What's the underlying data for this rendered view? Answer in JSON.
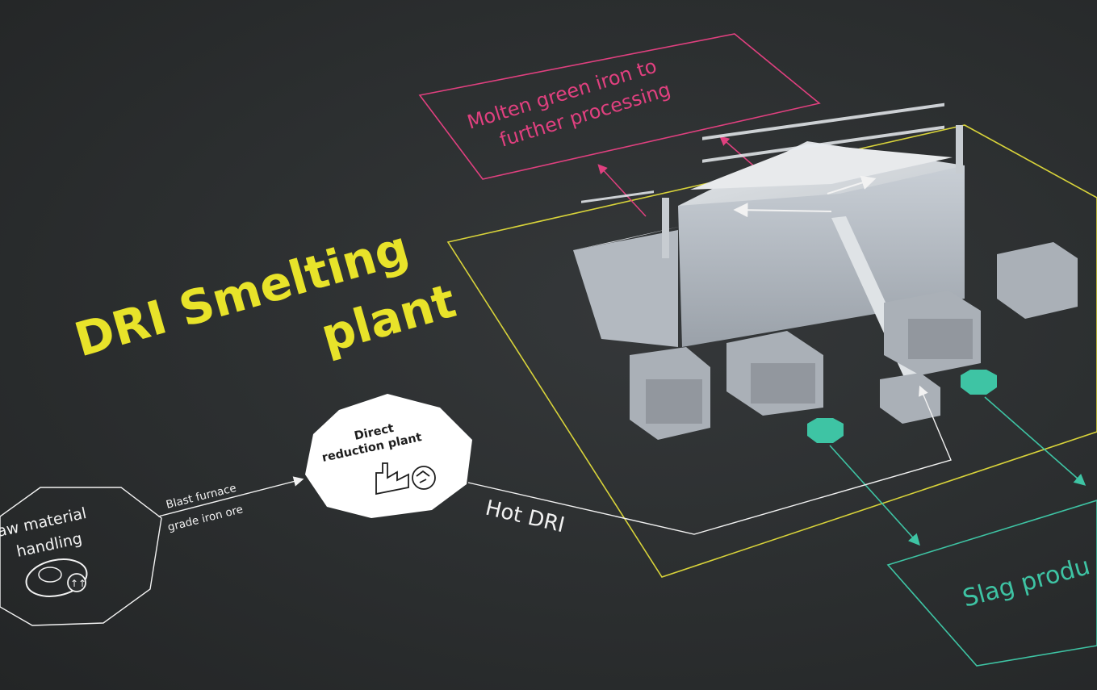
{
  "title": {
    "line1": "DRI Smelting",
    "line2": "plant"
  },
  "nodes": {
    "raw_material": {
      "line1": "aw material",
      "line2": "handling"
    },
    "direct_reduction": {
      "line1": "Direct",
      "line2": "reduction plant"
    }
  },
  "edges": {
    "iron_ore": {
      "line1": "Blast furnace",
      "line2": "grade iron ore"
    },
    "hot_dri": "Hot DRI"
  },
  "outputs": {
    "molten_iron": {
      "line1": "Molten green iron to",
      "line2": "further processing"
    },
    "slag": "Slag produ"
  },
  "colors": {
    "background": "#2b2e2f",
    "title_yellow": "#e8e32a",
    "plant_box_yellow": "#d8d33a",
    "molten_magenta": "#e0407f",
    "slag_teal": "#3ec4a4",
    "flow_white": "#f2f2f2"
  }
}
